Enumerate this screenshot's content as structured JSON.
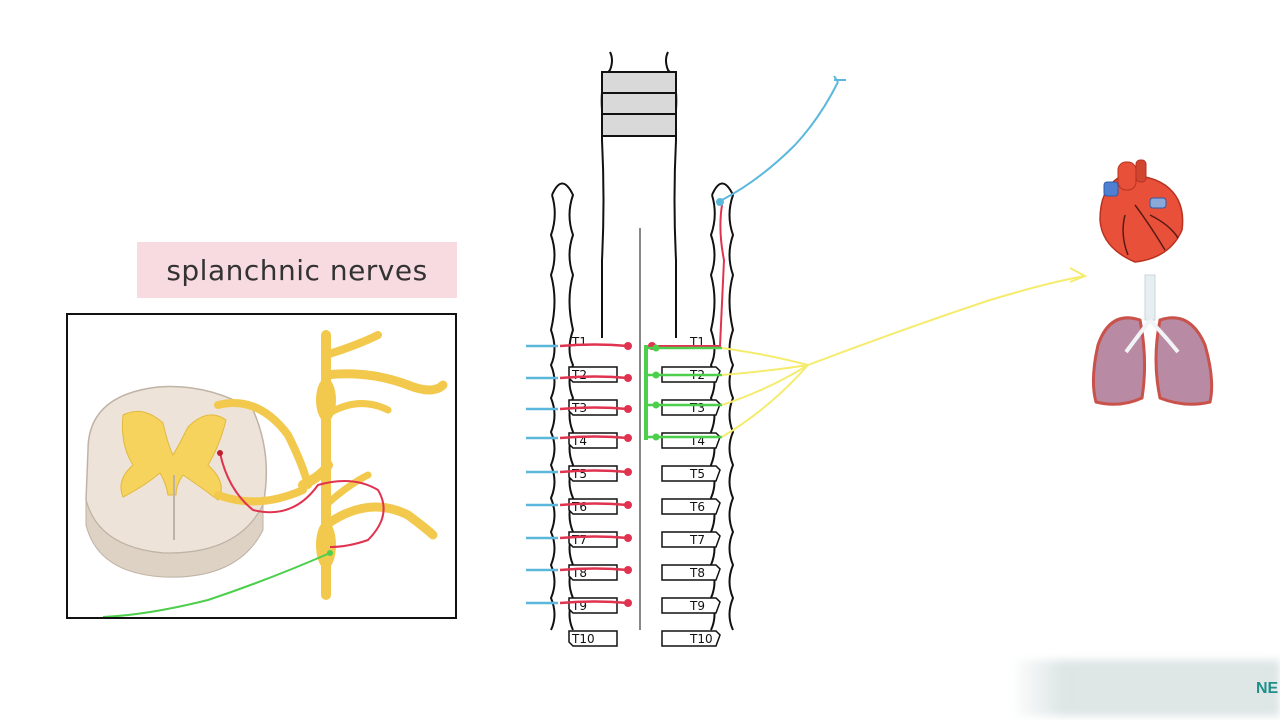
{
  "title": "splanchnic nerves",
  "vertebrae_left": [
    "T1",
    "T2",
    "T3",
    "T4",
    "T5",
    "T6",
    "T7",
    "T8",
    "T9",
    "T10"
  ],
  "vertebrae_right": [
    "T1",
    "T2",
    "T3",
    "T4",
    "T5",
    "T6",
    "T7",
    "T8",
    "T9",
    "T10"
  ],
  "watermark": "NE",
  "colors": {
    "sympathetic_preganglionic": "#e0334f",
    "sympathetic_chain_branch": "#4ccf4c",
    "postganglionic": "#f5ec6e",
    "sensory": "#5bb8dc",
    "nerve_yellow": "#f2c94c"
  },
  "organs": [
    "heart-icon",
    "lungs-icon"
  ]
}
